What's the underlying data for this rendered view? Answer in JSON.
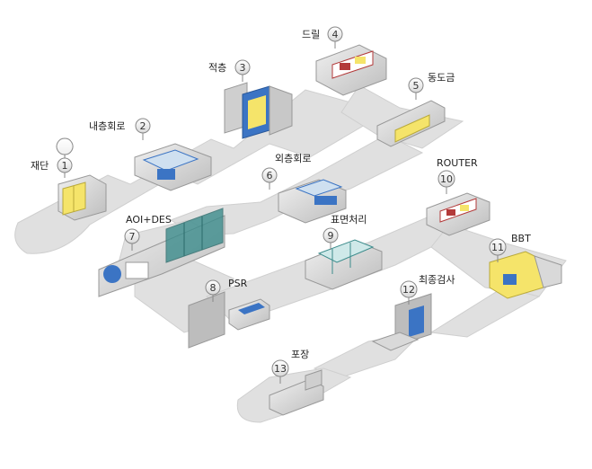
{
  "title": "",
  "steps": [
    {
      "num": "1",
      "name": "재단"
    },
    {
      "num": "2",
      "name": "내층회로"
    },
    {
      "num": "3",
      "name": "적층"
    },
    {
      "num": "4",
      "name": "드릴"
    },
    {
      "num": "5",
      "name": "동도금"
    },
    {
      "num": "6",
      "name": "외층회로"
    },
    {
      "num": "7",
      "name": "AOI+DES"
    },
    {
      "num": "8",
      "name": "PSR"
    },
    {
      "num": "9",
      "name": "표면처리"
    },
    {
      "num": "10",
      "name": "ROUTER"
    },
    {
      "num": "11",
      "name": "BBT"
    },
    {
      "num": "12",
      "name": "최종검사"
    },
    {
      "num": "13",
      "name": "포장"
    }
  ],
  "colors": {
    "floor": "#e1e1e1",
    "machine_body": "#d7d7d7",
    "accent_blue": "#3b74c4",
    "accent_yellow": "#f5e46a",
    "accent_red": "#b33a3a",
    "accent_teal": "#3c8c8c"
  }
}
